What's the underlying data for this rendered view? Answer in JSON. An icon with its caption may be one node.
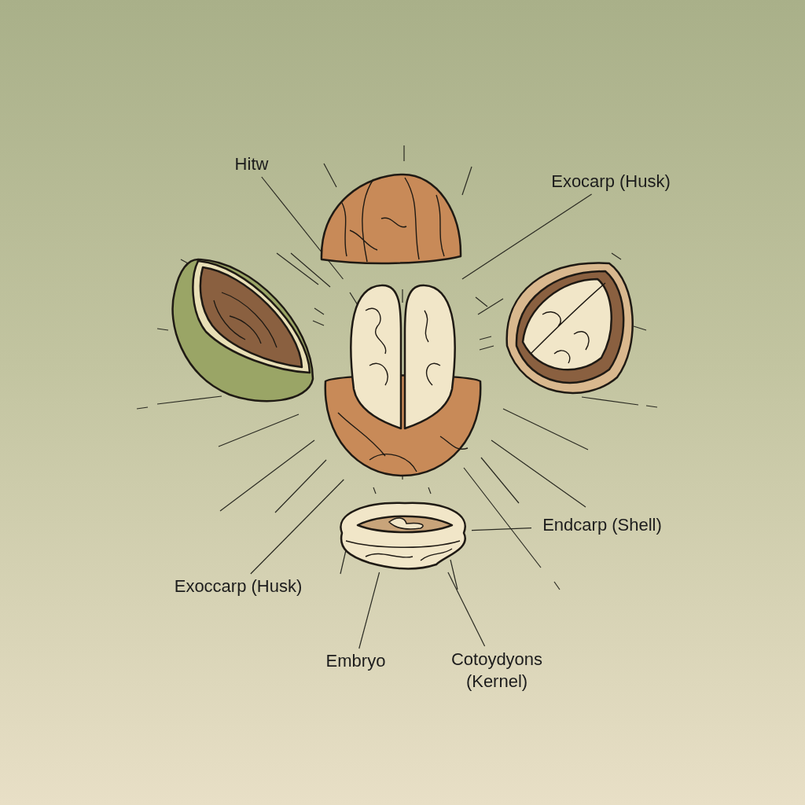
{
  "diagram": {
    "nodes": [
      {
        "text": [
          "Hitw"
        ]
      },
      {
        "text": [
          "Exocarp (Husk)"
        ]
      },
      {
        "text": [],
        "shape": "picture"
      },
      {
        "text": [],
        "shape": "picture"
      },
      {
        "text": [],
        "shape": "picture"
      },
      {
        "text": [],
        "shape": "picture"
      },
      {
        "text": [],
        "shape": "picture"
      },
      {
        "text": [
          "Endcarp (Shell)"
        ]
      },
      {
        "text": [
          "Exoccarp (Husk)"
        ]
      },
      {
        "text": [
          "Embryo"
        ]
      },
      {
        "text": [
          "Cotoydyons (Kernel)"
        ]
      }
    ],
    "edges": [
      {
        "from": 0,
        "to": 4,
        "arrow": "none"
      },
      {
        "from": 1,
        "to": 4,
        "arrow": "none"
      },
      {
        "from": 7,
        "to": 6,
        "arrow": "none"
      },
      {
        "from": 8,
        "to": 4,
        "arrow": "none"
      },
      {
        "from": 9,
        "to": 6,
        "arrow": "none"
      },
      {
        "from": 10,
        "to": 6,
        "arrow": "none"
      }
    ]
  }
}
